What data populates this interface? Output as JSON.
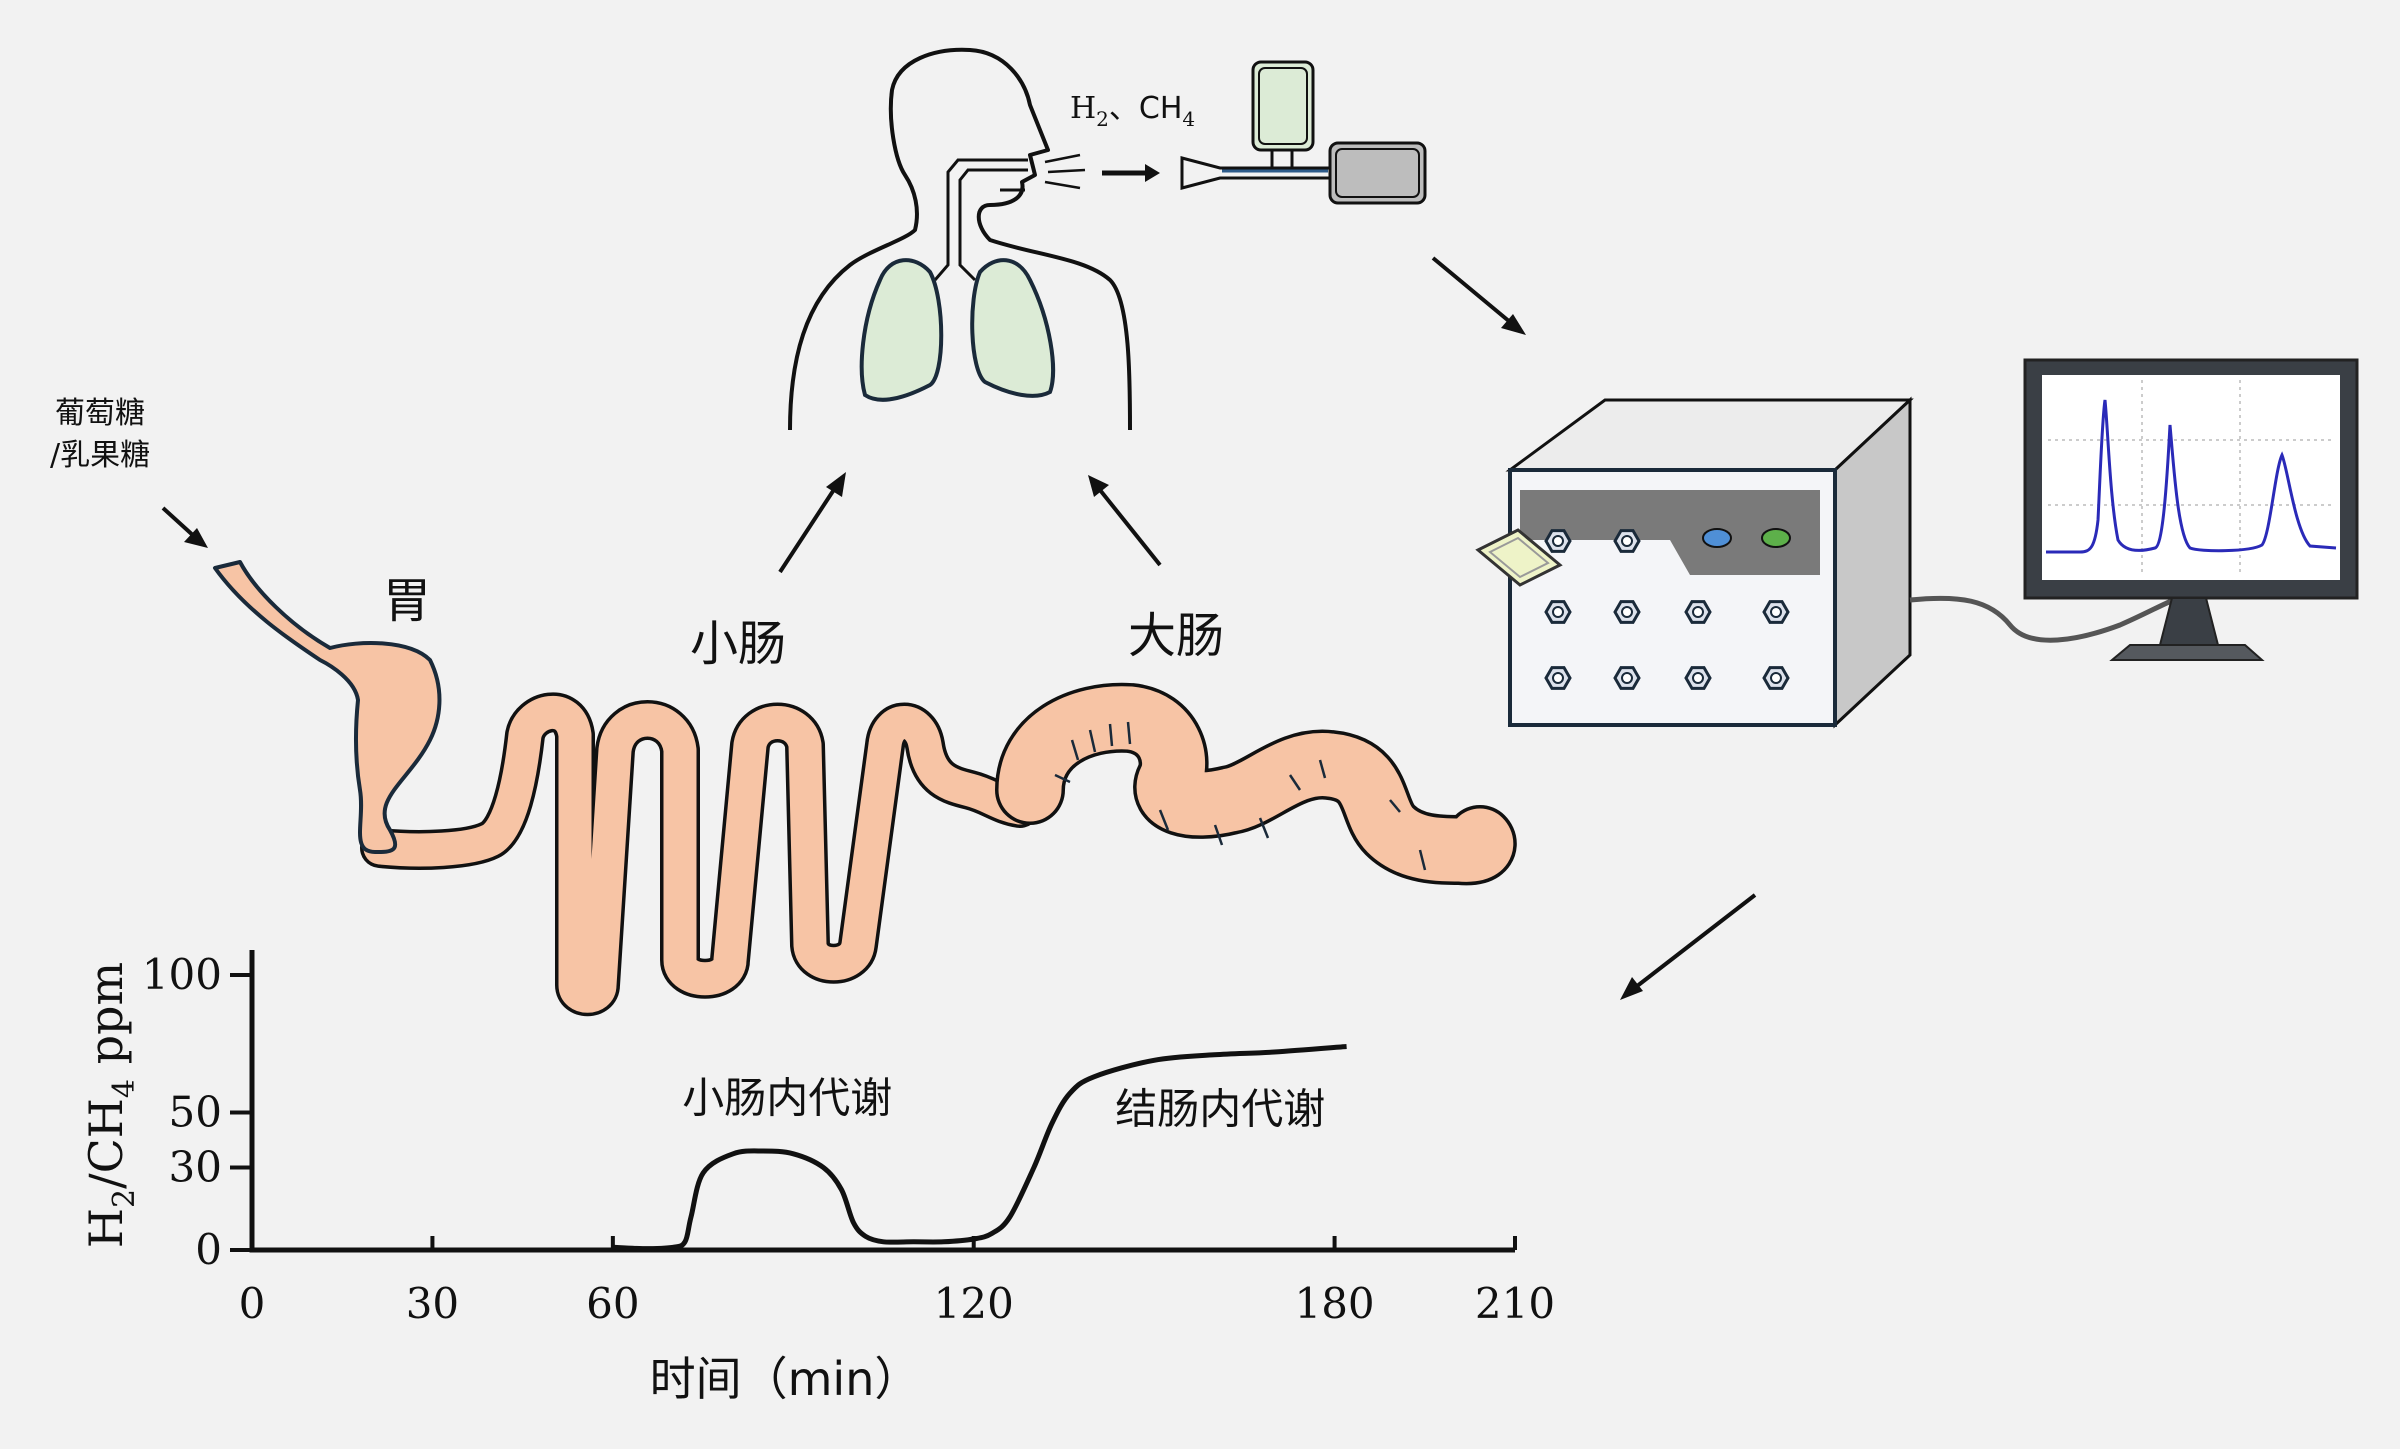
{
  "labels": {
    "sugar_line1": "葡萄糖",
    "sugar_line2": "/乳果糖",
    "stomach": "胃",
    "small_intestine": "小肠",
    "large_intestine": "大肠",
    "gas_h": "H",
    "gas_h_sub": "2",
    "gas_sep": "、CH",
    "gas_ch_sub": "4"
  },
  "colors": {
    "gut_fill": "#f7c4a5",
    "lung_fill": "#dcebd6",
    "background": "#f2f2f2",
    "monitor_trace": "#2a2ab8"
  },
  "chart_data": {
    "type": "line",
    "title": "",
    "xlabel": "时间（min）",
    "ylabel_parts": [
      "H",
      "2",
      "/CH",
      "4",
      " ppm"
    ],
    "xticks": [
      0,
      30,
      60,
      120,
      180,
      210
    ],
    "yticks": [
      0,
      30,
      50,
      100
    ],
    "xlim": [
      0,
      210
    ],
    "ylim": [
      0,
      100
    ],
    "annotations": [
      {
        "text": "小肠内代谢",
        "x": 89,
        "y": 50
      },
      {
        "text": "结肠内代谢",
        "x": 161,
        "y": 46
      }
    ],
    "series": [
      {
        "name": "",
        "x": [
          60,
          65,
          70,
          72,
          73,
          75,
          80,
          85,
          90,
          95,
          98,
          100,
          102,
          105,
          110,
          115,
          120,
          123,
          126,
          130,
          133,
          136,
          140,
          150,
          160,
          170,
          182
        ],
        "y": [
          1,
          0.5,
          1,
          3,
          12,
          28,
          35,
          36,
          35,
          30,
          22,
          10,
          5,
          3,
          3,
          3,
          4,
          6,
          12,
          30,
          46,
          57,
          63,
          69,
          71,
          72,
          74
        ]
      }
    ]
  }
}
